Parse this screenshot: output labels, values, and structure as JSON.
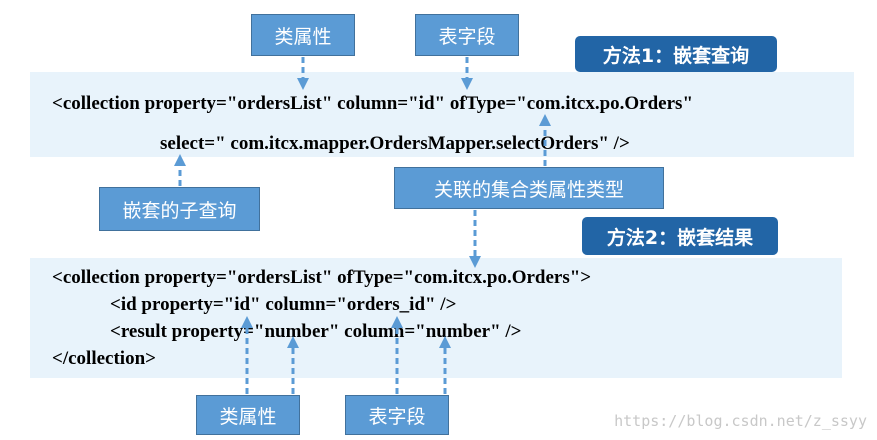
{
  "method1": "方法1：嵌套查询",
  "method2": "方法2：嵌套结果",
  "top_labels": {
    "class_attr": "类属性",
    "table_field": "表字段"
  },
  "mid_labels": {
    "nested_query": "嵌套的子查询",
    "collection_type": "关联的集合类属性类型"
  },
  "bottom_labels": {
    "class_attr": "类属性",
    "table_field": "表字段"
  },
  "code1": {
    "line1": "<collection property=\"ordersList\" column=\"id\" ofType=\"com.itcx.po.Orders\"",
    "line2": "select=\" com.itcx.mapper.OrdersMapper.selectOrders\" />"
  },
  "code2": {
    "line1": "<collection property=\"ordersList\" ofType=\"com.itcx.po.Orders\">",
    "line2": "<id property=\"id\" column=\"orders_id\" />",
    "line3": "<result property=\"number\" column=\"number\" />",
    "line4": "</collection>"
  },
  "watermark": "https://blog.csdn.net/z_ssyy",
  "colors": {
    "box": "#5b9bd5",
    "method_box": "#2265a6",
    "band": "#e8f3fb",
    "arrow": "#5b9bd5"
  }
}
